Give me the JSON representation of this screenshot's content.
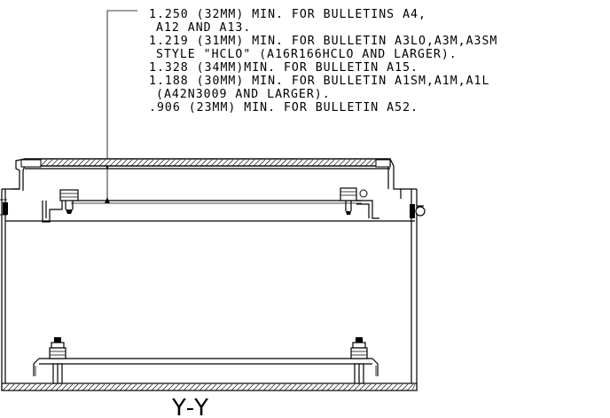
{
  "notes": {
    "lines": [
      "1.250 (32MM) MIN. FOR BULLETINS A4,",
      "A12 AND A13.",
      "1.219 (31MM) MIN. FOR BULLETIN A3LO,A3M,A3SM",
      "STYLE \"HCLO\" (A16R166HCLO AND LARGER).",
      "1.328 (34MM)MIN. FOR BULLETIN A15.",
      "1.188 (30MM) MIN. FOR BULLETIN A1SM,A1M,A1L",
      "(A42N3009 AND LARGER).",
      ".906 (23MM) MIN. FOR BULLETIN A52."
    ]
  },
  "section_label": "Y-Y"
}
